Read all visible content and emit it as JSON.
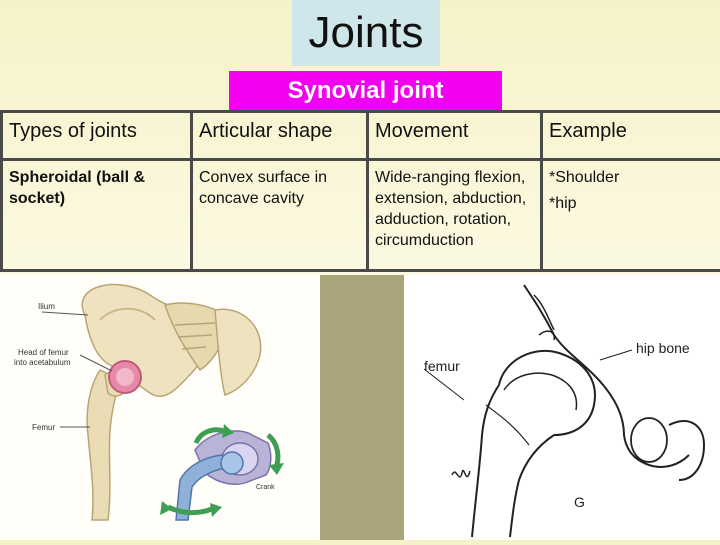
{
  "slide": {
    "title": "Joints",
    "subtitle": "Synovial joint"
  },
  "table": {
    "headers": [
      "Types of joints",
      "Articular shape",
      "Movement",
      "Example"
    ],
    "row": {
      "type": "Spheroidal (ball & socket)",
      "shape": "Convex surface in concave cavity",
      "movement": "Wide-ranging flexion, extension, abduction, adduction, rotation, circumduction",
      "examples": [
        "*Shoulder",
        "*hip"
      ]
    }
  },
  "figure_left": {
    "labels": {
      "ilium": "Ilium",
      "head": "Head of femur",
      "head2": "into acetabulum",
      "femur": "Femur",
      "crank": "Crank"
    }
  },
  "figure_right": {
    "labels": {
      "femur": "femur",
      "hip_bone": "hip bone",
      "g": "G"
    }
  },
  "colors": {
    "subtitle_bg": "#f200f0",
    "title_bg": "#cfe7ea",
    "example_text": "#2c3a8c"
  }
}
